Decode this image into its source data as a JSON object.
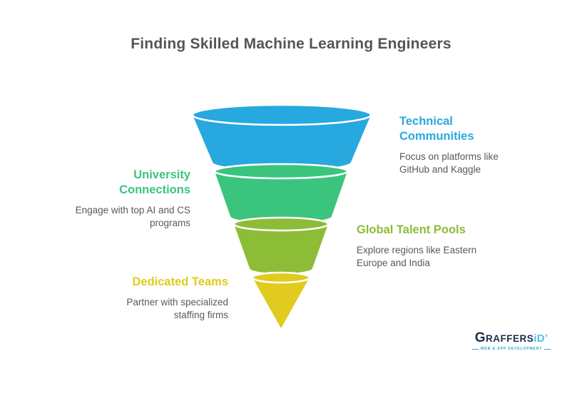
{
  "title": "Finding Skilled Machine Learning Engineers",
  "sections": [
    {
      "heading": "Technical Communities",
      "body": "Focus on platforms like GitHub and Kaggle",
      "color": "#2AA9DF",
      "side": "right"
    },
    {
      "heading": "University Connections",
      "body": "Engage with top AI and CS programs",
      "color": "#3BC47E",
      "side": "left"
    },
    {
      "heading": "Global Talent Pools",
      "body": "Explore regions like Eastern Europe and India",
      "color": "#8DBC37",
      "side": "right"
    },
    {
      "heading": "Dedicated Teams",
      "body": "Partner with specialized staffing firms",
      "color": "#E2CB1A",
      "side": "left"
    }
  ],
  "funnel": {
    "segment_colors": [
      "#27A9DF",
      "#3BC47E",
      "#8DBC37",
      "#E0CB1E"
    ],
    "separator_color": "#ffffff"
  },
  "logo": {
    "brand_main": "Graffers",
    "brand_accent": "iD",
    "registered_mark": "®",
    "tagline": "WEB & APP DEVELOPMENT",
    "brand_color": "#1E2C4C",
    "accent_color": "#55C0E4"
  },
  "text_color": "#58595B",
  "title_color": "#545557"
}
